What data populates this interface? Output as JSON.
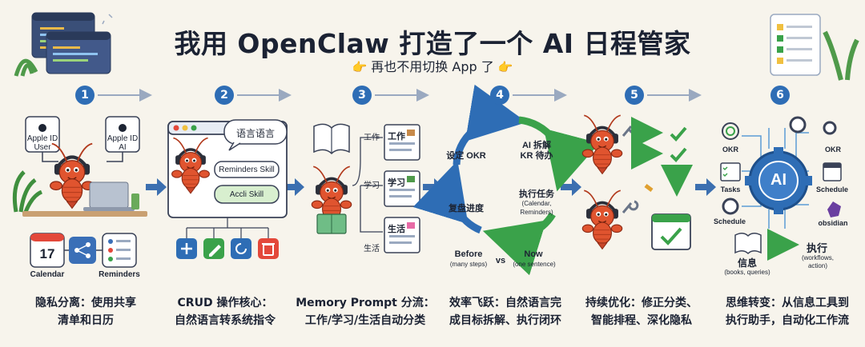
{
  "title": "我用 OpenClaw 打造了一个 AI 日程管家",
  "subtitle": {
    "hand_left": "👉",
    "text": "再也不用切换 App 了",
    "hand_right": "👉"
  },
  "steps": [
    {
      "num": "1",
      "caption_line1": "隐私分离：使用共享",
      "caption_line2": "清单和日历"
    },
    {
      "num": "2",
      "caption_line1": "CRUD 操作核心：",
      "caption_line2": "自然语言转系统指令"
    },
    {
      "num": "3",
      "caption_line1": "Memory Prompt 分流：",
      "caption_line2": "工作/学习/生活自动分类"
    },
    {
      "num": "4",
      "caption_line1": "效率飞跃：自然语言完",
      "caption_line2": "成目标拆解、执行闭环"
    },
    {
      "num": "5",
      "caption_line1": "持续优化：修正分类、",
      "caption_line2": "智能排程、深化隐私"
    },
    {
      "num": "6",
      "caption_line1": "思维转变：从信息工具到",
      "caption_line2": "执行助手，自动化工作流"
    }
  ],
  "panel1": {
    "apple_user_l1": "Apple ID",
    "apple_user_l2": "User",
    "apple_ai_l1": "Apple ID",
    "apple_ai_l2": "AI",
    "calendar_day": "17",
    "calendar_label": "Calendar",
    "reminders_label": "Reminders"
  },
  "panel2": {
    "bubble": "语言语言",
    "skill1": "Reminders Skill",
    "skill2": "Accli Skill"
  },
  "panel3": {
    "branch_work": "工作",
    "branch_study": "学习",
    "branch_life": "生活",
    "card_work": "工作",
    "card_study": "学习",
    "card_life": "生活"
  },
  "panel4": {
    "set_okr": "设定 OKR",
    "ai_split_l1": "AI 拆解",
    "ai_split_l2": "KR 待办",
    "exec_l1": "执行任务",
    "exec_l2": "(Calendar,",
    "exec_l3": "Reminders)",
    "review": "复盘进度",
    "before": "Before",
    "before_sub": "(many steps)",
    "vs": "vs",
    "now": "Now",
    "now_sub": "(one sentence)"
  },
  "panel6": {
    "okr_left": "OKR",
    "tasks": "Tasks",
    "schedule_left": "Schedule",
    "okr_right": "OKR",
    "schedule_right": "Schedule",
    "obsidian": "obsidian",
    "ai": "AI",
    "info": "信息",
    "info_sub": "(books, queries)",
    "exec": "执行",
    "exec_sub1": "(workflows,",
    "exec_sub2": "action)"
  },
  "colors": {
    "accent_blue": "#2e6db5",
    "green": "#3aa24a",
    "lobster": "#e0542f",
    "background": "#f7f4ec"
  }
}
